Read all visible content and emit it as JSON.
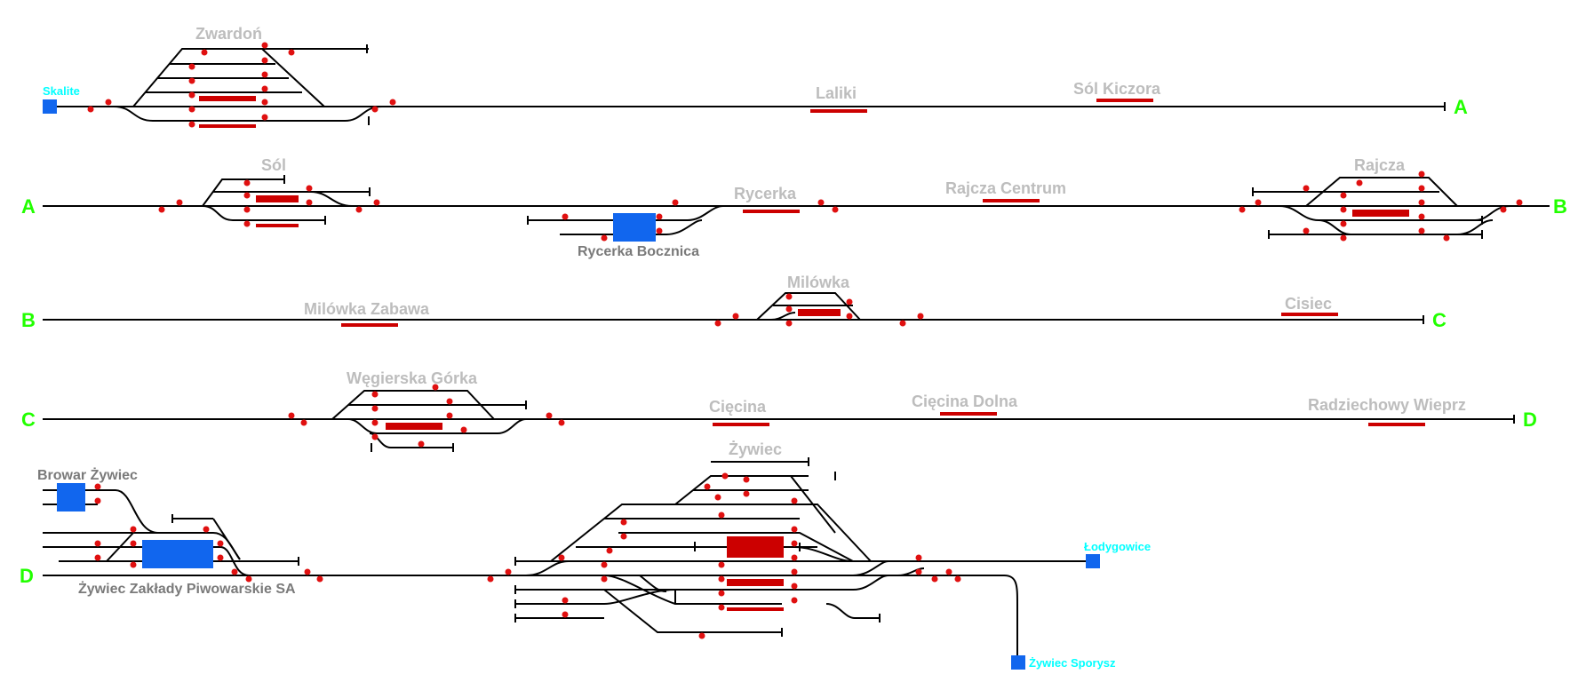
{
  "connectors": [
    "A",
    "B",
    "C",
    "D"
  ],
  "stations": {
    "zwardon": "Zwardoń",
    "laliki": "Laliki",
    "sol_kiczora": "Sól Kiczora",
    "sol": "Sól",
    "rycerka": "Rycerka",
    "rajcza_centrum": "Rajcza Centrum",
    "rajcza": "Rajcza",
    "milowka_zabawa": "Milówka Zabawa",
    "milowka": "Milówka",
    "cisiec": "Cisiec",
    "wegierska_gorka": "Węgierska Górka",
    "ciecina": "Cięcina",
    "ciecina_dolna": "Cięcina Dolna",
    "radziechowy_wieprz": "Radziechowy Wieprz",
    "zywiec": "Żywiec"
  },
  "sidings": {
    "rycerka_bocznica": "Rycerka Bocznica",
    "browar_zywiec": "Browar Żywiec",
    "zaklady_piwowarskie": "Żywiec Zakłady Piwowarskie SA"
  },
  "edges": {
    "skalite": "Skalite",
    "lodygowice": "Łodygowice",
    "zywiec_sporysz": "Żywiec Sporysz"
  },
  "colors": {
    "track": "#000000",
    "station_label": "#bdbdbd",
    "siding_label": "#7a7a7a",
    "edge_label": "#00ffff",
    "connector_label": "#22ff00",
    "platform": "#cc0000",
    "siding_block": "#1166ee",
    "signal": "#e01010"
  }
}
